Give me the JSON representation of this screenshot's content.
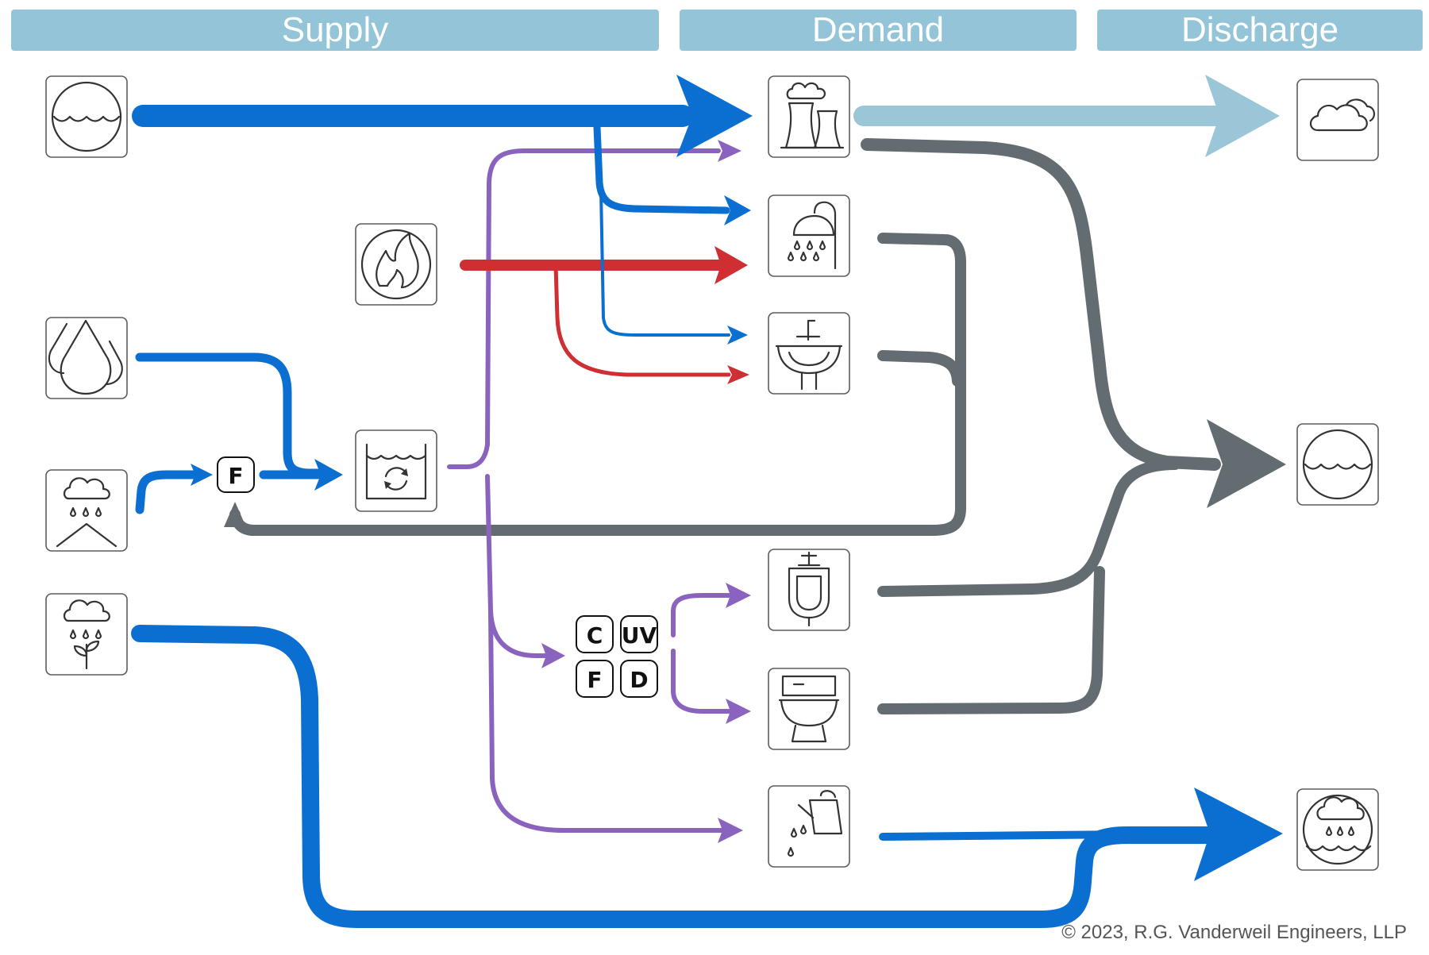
{
  "headers": {
    "supply": "Supply",
    "demand": "Demand",
    "discharge": "Discharge"
  },
  "treatment_badges": {
    "filter_small": "F",
    "chlorination": "C",
    "uv": "UV",
    "filtration": "F",
    "disinfection": "D"
  },
  "footer": {
    "copyright": "© 2023, R.G. Vanderweil Engineers, LLP"
  },
  "colors": {
    "header_bg": "#94c4d8",
    "potable_water": "#0a6fd0",
    "vapor": "#9ac6d8",
    "hot_water": "#cf2e33",
    "reclaimed_water": "#8a63bf",
    "wastewater": "#636c70"
  }
}
